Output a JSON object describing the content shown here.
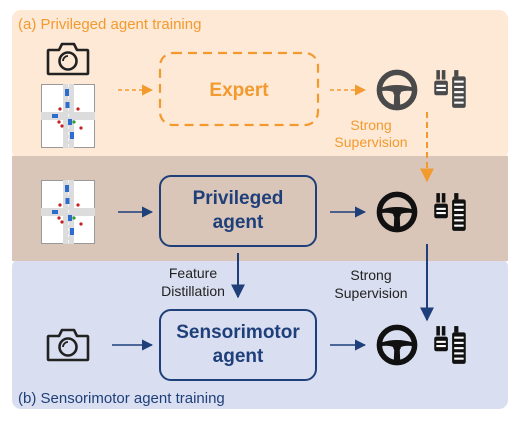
{
  "colors": {
    "top_panel": "#fde9d6",
    "middle_panel": "#d9c6b8",
    "bottom_panel": "#d9dff0",
    "orange": "#f39a2e",
    "navy": "#1f3f7a",
    "icon_dark": "#222222",
    "expert_icon": "#4a4a4a"
  },
  "panels": {
    "top_title": "(a) Privileged agent training",
    "bottom_title": "(b) Sensorimotor agent training"
  },
  "boxes": {
    "expert": "Expert",
    "privileged_line1": "Privileged",
    "privileged_line2": "agent",
    "sensorimotor_line1": "Sensorimotor",
    "sensorimotor_line2": "agent"
  },
  "labels": {
    "strong_supervision_top_line1": "Strong",
    "strong_supervision_top_line2": "Supervision",
    "feature_distillation_line1": "Feature",
    "feature_distillation_line2": "Distillation",
    "strong_supervision_bottom_line1": "Strong",
    "strong_supervision_bottom_line2": "Supervision"
  },
  "icons": [
    "camera-icon",
    "bird-eye-map-icon",
    "steering-wheel-icon",
    "pedals-icon"
  ]
}
